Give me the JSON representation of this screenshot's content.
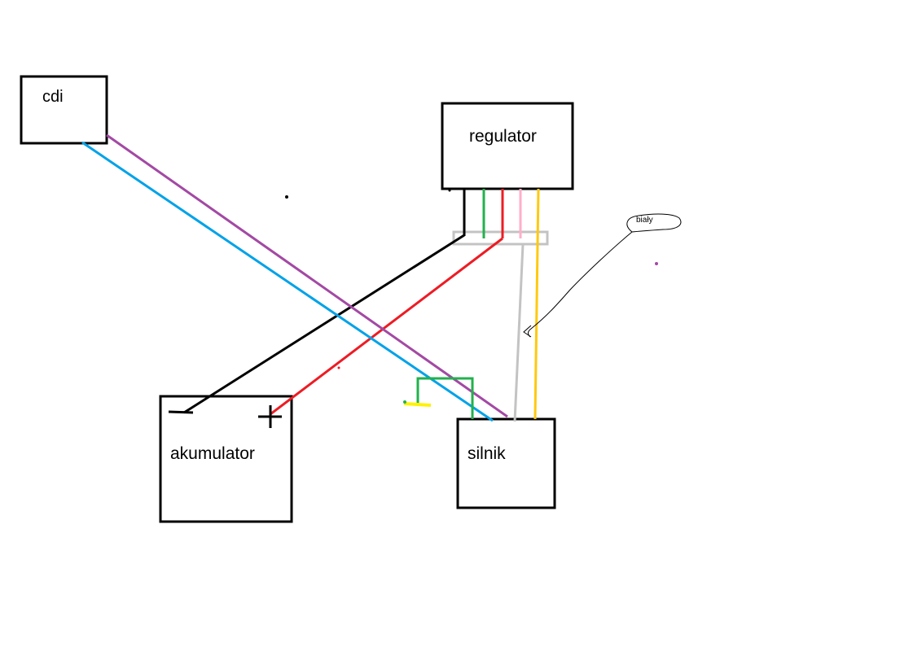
{
  "components": {
    "cdi": "cdi",
    "regulator": "regulator",
    "akumulator": "akumulator",
    "silnik": "silnik"
  },
  "annotation": {
    "bialy": "biały"
  },
  "battery_terminals": {
    "negative": "−",
    "positive": "+"
  },
  "wire_colors": {
    "black": "#000000",
    "green": "#22b14c",
    "red": "#ed1c24",
    "pink": "#ffaec9",
    "yellow": "#ffc90e",
    "gray": "#c3c3c3",
    "blue": "#00a2e8",
    "purple": "#a349a4",
    "yellow_ground": "#fff200"
  }
}
